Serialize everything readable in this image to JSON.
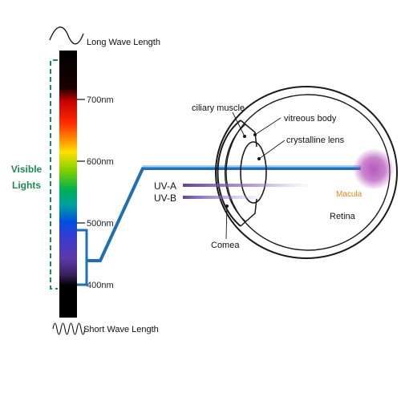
{
  "wave_labels": {
    "long": "Long Wave Length",
    "short": "Short Wave Length"
  },
  "spectrum_ticks": [
    {
      "nm": 700,
      "label": "700nm"
    },
    {
      "nm": 600,
      "label": "600nm"
    },
    {
      "nm": 500,
      "label": "500nm"
    },
    {
      "nm": 400,
      "label": "400nm"
    }
  ],
  "visible": {
    "line1": "Visible",
    "line2": "Lights",
    "color": "#1e8a55"
  },
  "uv": {
    "a": "UV-A",
    "b": "UV-B",
    "color": "#5a3b9a"
  },
  "beam_color": "#1f6fb5",
  "eye_labels": {
    "ciliary": "ciliary muscle",
    "vitreous": "vitreous body",
    "lens": "crystalline lens",
    "cornea": "Comea",
    "macula": "Macula",
    "retina": "Retina"
  },
  "colors": {
    "macula_text": "#e28a12",
    "macula_glow": "#b34fb7"
  }
}
